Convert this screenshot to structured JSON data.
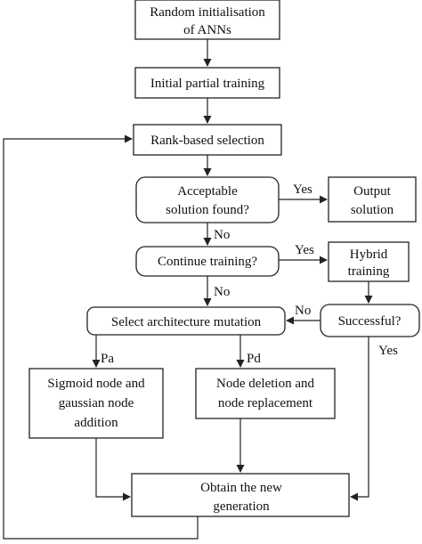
{
  "nodes": {
    "random_init": [
      "Random initialisation",
      "of ANNs"
    ],
    "initial_training": [
      "Initial partial training"
    ],
    "rank_selection": [
      "Rank-based selection"
    ],
    "acceptable": [
      "Acceptable",
      "solution found?"
    ],
    "output": [
      "Output",
      "solution"
    ],
    "continue_training": [
      "Continue training?"
    ],
    "hybrid": [
      "Hybrid",
      "training"
    ],
    "select_mutation": [
      "Select architecture mutation"
    ],
    "successful": [
      "Successful?"
    ],
    "sigmoid": [
      "Sigmoid node and",
      "gaussian node",
      "addition"
    ],
    "deletion": [
      "Node deletion and",
      "node replacement"
    ],
    "new_generation": [
      "Obtain the new",
      "generation"
    ]
  },
  "edge_labels": {
    "yes_acceptable": "Yes",
    "no_acceptable": "No",
    "yes_continue": "Yes",
    "no_continue": "No",
    "no_successful": "No",
    "yes_successful": "Yes",
    "pa": "Pa",
    "pd": "Pd"
  }
}
